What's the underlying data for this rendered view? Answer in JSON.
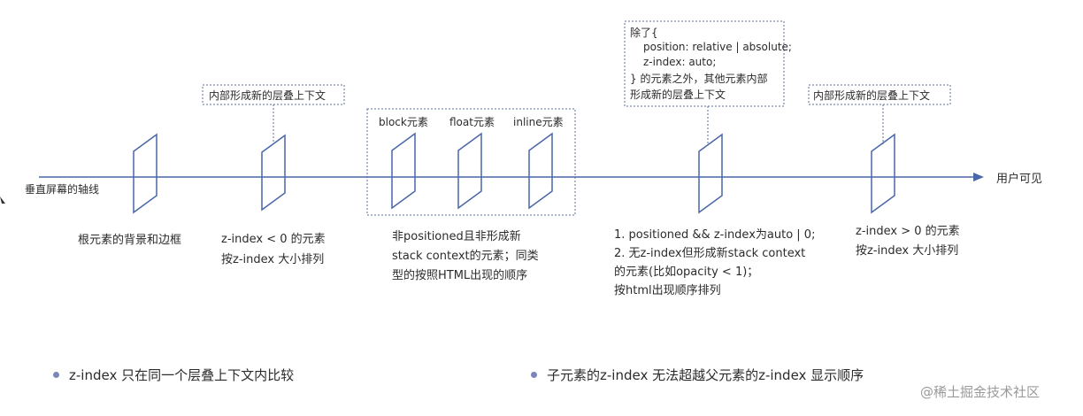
{
  "axis": {
    "left_label": "垂直屏幕的轴线",
    "right_label": "用户可见"
  },
  "layers": {
    "root": {
      "label": "根元素的背景和边框"
    },
    "negative": {
      "top_box": "内部形成新的层叠上下文",
      "bottom_lines": [
        "z-index < 0 的元素",
        "按z-index 大小排列"
      ]
    },
    "block_group": {
      "labels": [
        "block元素",
        "float元素",
        "inline元素"
      ],
      "bottom_lines": [
        "非positioned且非形成新",
        "stack context的元素；同类",
        "型的按照HTML出现的顺序"
      ]
    },
    "auto": {
      "top_box_lines": [
        "除了{",
        "position: relative | absolute;",
        "z-index: auto;",
        "} 的元素之外，其他元素内部",
        "形成新的层叠上下文"
      ],
      "bottom_lines": [
        "1. positioned && z-index为auto | 0;",
        "2. 无z-index但形成新stack context",
        "的元素(比如opacity < 1)；",
        "按html出现顺序排列"
      ]
    },
    "positive": {
      "top_box": "内部形成新的层叠上下文",
      "bottom_lines": [
        "z-index > 0 的元素",
        "按z-index 大小排列"
      ]
    }
  },
  "notes": [
    "z-index  只在同一个层叠上下文内比较",
    "子元素的z-index 无法超越父元素的z-index 显示顺序"
  ],
  "watermark": "@稀土掘金技术社区",
  "colors": {
    "axis": "#4a67a8",
    "plane": "#4a67a8",
    "dashed": "#5a6f9e",
    "bullet": "#7c86b8",
    "text": "#2b2b2b"
  }
}
